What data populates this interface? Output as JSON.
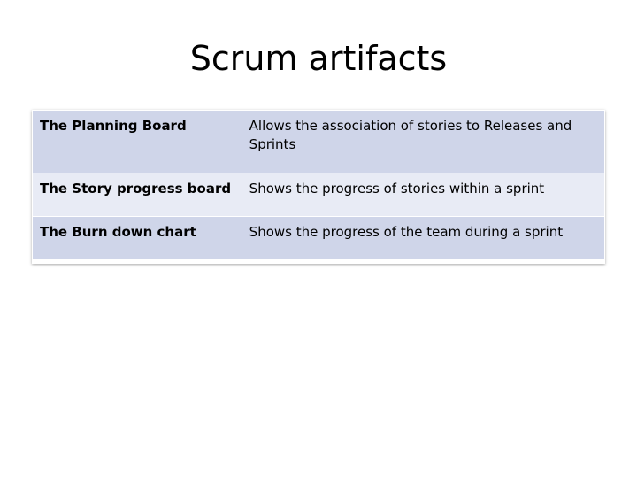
{
  "slide": {
    "title": "Scrum artifacts",
    "rows": [
      {
        "name": "The Planning Board",
        "description": "Allows the association of stories to Releases and Sprints"
      },
      {
        "name": "The Story progress board",
        "description": "Shows the progress of stories within a sprint"
      },
      {
        "name": "The Burn down chart",
        "description": "Shows the progress of the team during a sprint"
      }
    ]
  },
  "colors": {
    "row_dark": "#cfd5e9",
    "row_light": "#e8ebf5"
  }
}
